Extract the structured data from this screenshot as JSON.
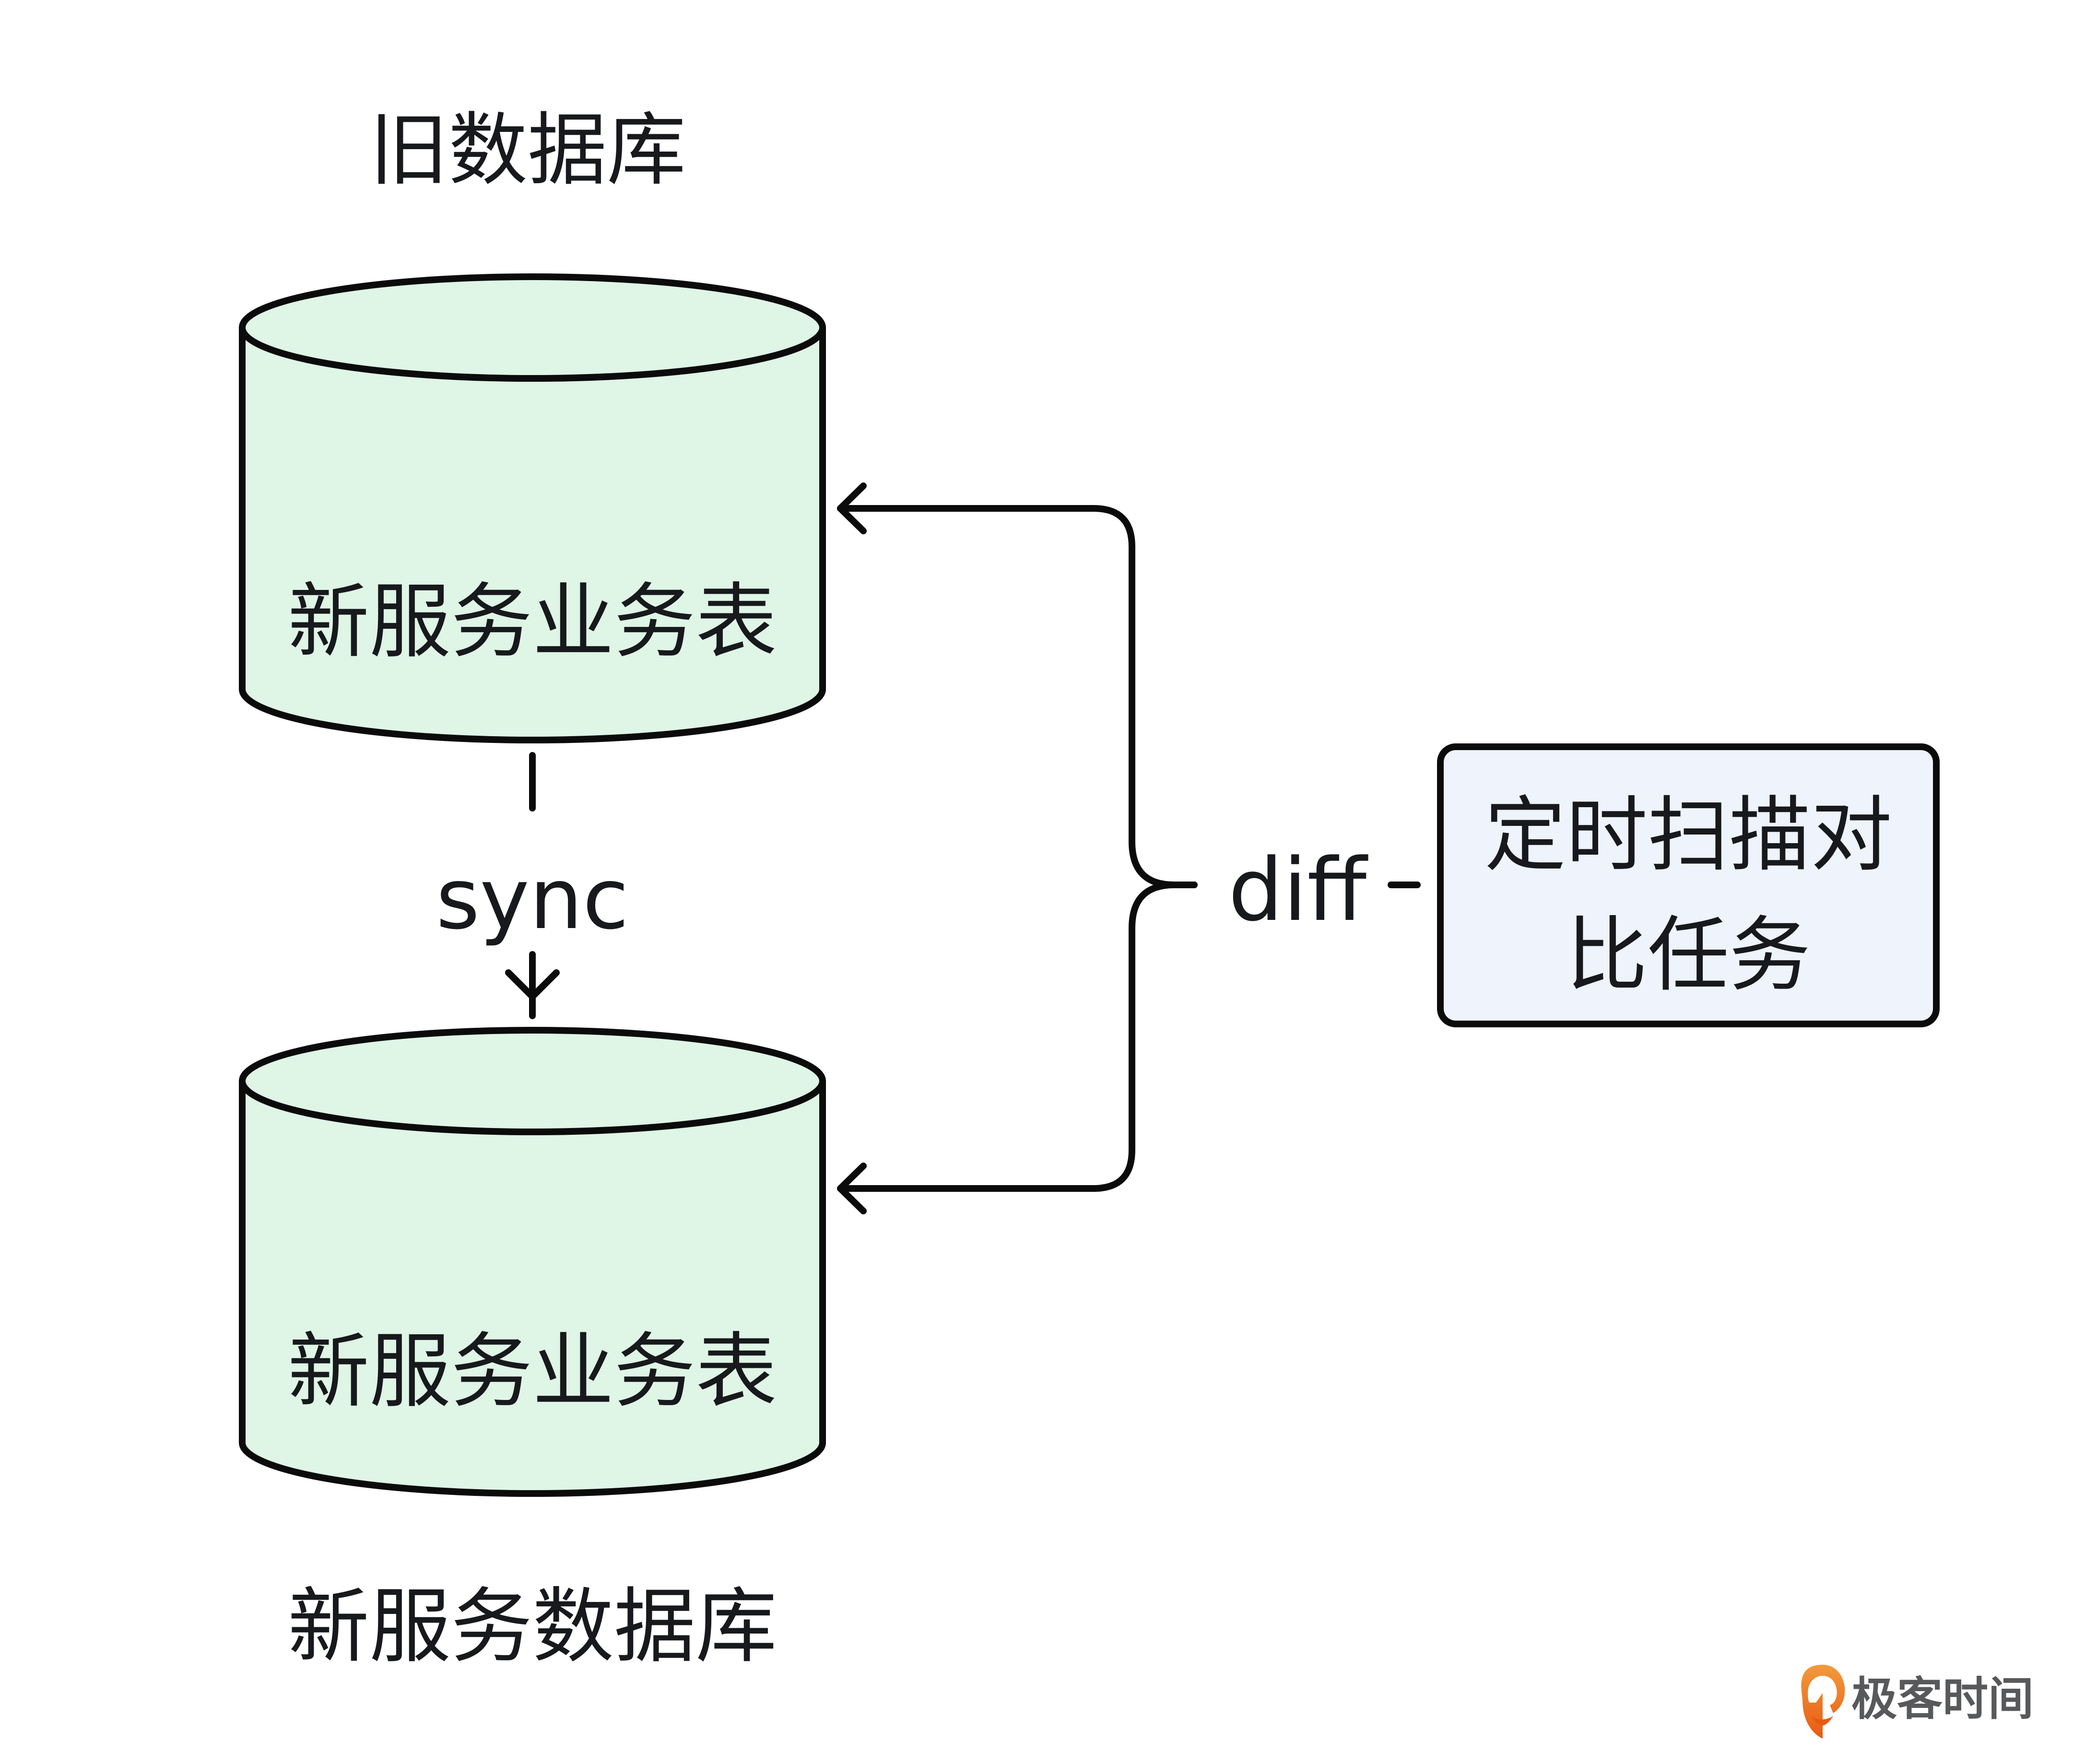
{
  "diagram": {
    "old_db": {
      "title": "旧数据库",
      "table_label": "新服务业务表",
      "fill_color": "#dff5e6"
    },
    "new_db": {
      "title": "新服务数据库",
      "table_label": "新服务业务表",
      "fill_color": "#dff5e6"
    },
    "sync_edge": {
      "label": "sync",
      "from": "old_db",
      "to": "new_db"
    },
    "diff_edge": {
      "label": "diff",
      "from": "scan_task",
      "to": [
        "old_db",
        "new_db"
      ]
    },
    "scan_task": {
      "line1": "定时扫描对",
      "line2": "比任务",
      "fill_color": "#eef3fc"
    }
  },
  "watermark": {
    "brand_text": "极客时间",
    "logo_icon": "geektime-logo-icon",
    "logo_color": "#ea6a1b"
  }
}
